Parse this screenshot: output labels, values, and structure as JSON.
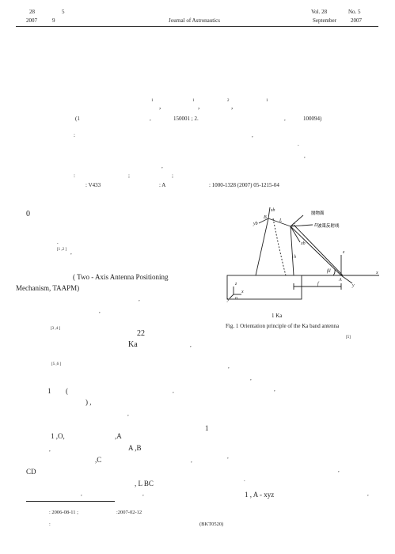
{
  "header": {
    "vol_left": "28",
    "no_left": "5",
    "year_left": "2007",
    "month_left": "9",
    "journal": "Journal of Astronautics",
    "vol_right": "Vol. 28",
    "no_right": "No. 5",
    "month_right": "September",
    "year_right": "2007"
  },
  "authors": {
    "sup1": "1",
    "sup2": "1",
    "sup3": "2",
    "sup4": "1",
    "comma1": ",",
    "comma2": ",",
    "comma3": ","
  },
  "affiliation": {
    "part1": "(1",
    "comma": ",",
    "postcode1": "150001 ; 2.",
    "comma2": ",",
    "postcode2": "100094)"
  },
  "abstract": {
    "colon": ":",
    "comma": ",",
    "dot1": ".",
    "comma2": ",",
    "comma3": ","
  },
  "keywords": {
    "colon": ":",
    "semi1": ";",
    "semi2": ";"
  },
  "classification": {
    "clc": ": V433",
    "doc_code": ": A",
    "article_id": ": 1000-1328 (2007) 05-1215-04"
  },
  "intro": {
    "section": "0",
    "ref12": "[1 ,2 ]",
    "dot": ".",
    "comma": ",",
    "taapm_line1": "( Two - Axis Antenna Positioning",
    "taapm_line2": "Mechanism, TAAPM)",
    "comma2": ",",
    "comma3": ",",
    "ref34": "[3 ,4 ]",
    "num22": "22",
    "ka": "Ka",
    "comma4": ",",
    "ref56": "[5 ,6 ]",
    "comma5": ",",
    "comma6": ",",
    "paren1": "1",
    "paren2": "(",
    "comma7": ",",
    "close": ") ,",
    "comma8": ",",
    "fig1ref": "1",
    "line_o": "1    ,O,",
    "line_a": ",A",
    "comma9": ",",
    "a_b": "A     ,B",
    "c": ",C",
    "comma10": ",",
    "cd": "CD",
    "comma11": ",",
    "l_bc": ", L    BC",
    "comma12": ",",
    "comma13": ",",
    "dot2": ".",
    "a_xyz": "1          , A -  xyz",
    "comma14": ","
  },
  "figure": {
    "caption_cn": "1    Ka",
    "caption_en": "Fig. 1    Orientation principle of the  Ka band antenna",
    "ref5": "[5]",
    "labels": {
      "zb": "zb",
      "yb": "yb",
      "B": "B",
      "L": "L",
      "C": "C",
      "D": "D",
      "xb": "xb",
      "h": "h",
      "beta": "βl",
      "A": "A",
      "z": "z",
      "y": "y",
      "x": "x",
      "xa": "x",
      "f": "f",
      "o": "o",
      "paraboloid": "抛物面",
      "beam": "波束反射线"
    }
  },
  "footnote": {
    "received": ": 2006-08-11 ;",
    "revised": ":2007-02-12",
    "fund": ":",
    "grant": "(BKT0520)"
  }
}
